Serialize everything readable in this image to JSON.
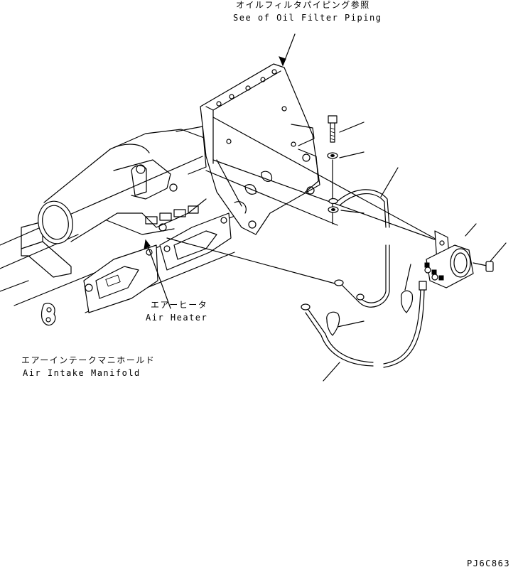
{
  "labels": {
    "oil_filter_jp": "オイルフィルタパイピング参照",
    "oil_filter_en": "See of Oil Filter Piping",
    "air_heater_jp": "エアーヒータ",
    "air_heater_en": "Air Heater",
    "manifold_jp": "エアーインテークマニホールド",
    "manifold_en": "Air Intake Manifold",
    "drawing_code": "PJ6C863"
  }
}
